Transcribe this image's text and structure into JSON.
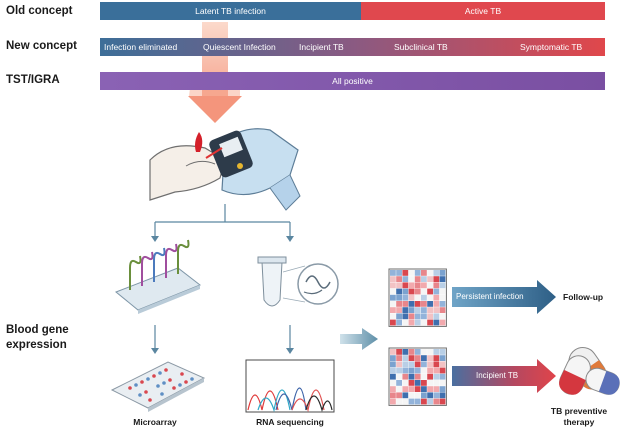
{
  "rows": {
    "old": "Old concept",
    "new": "New concept",
    "tst": "TST/IGRA",
    "blood": "Blood gene expression"
  },
  "old_bar": {
    "latent": "Latent TB infection",
    "active": "Active TB"
  },
  "new_bar": {
    "stages": [
      "Infection eliminated",
      "Quiescent Infection",
      "Incipient TB",
      "Subclinical TB",
      "Symptomatic TB"
    ]
  },
  "tst_bar": {
    "label": "All positive"
  },
  "methods": {
    "microarray": "Microarray",
    "rnaseq": "RNA sequencing"
  },
  "outcomes": {
    "persistent_label": "Persistent infection",
    "persistent_result": "Follow-up",
    "incipient_label": "Incipient TB",
    "incipient_result": "TB preventive therapy"
  },
  "colors": {
    "latent_blue": "#3a6f9a",
    "active_red": "#e0484e",
    "tst_purple": "#7f55a6",
    "arrow_peach": "#f7b39e"
  }
}
